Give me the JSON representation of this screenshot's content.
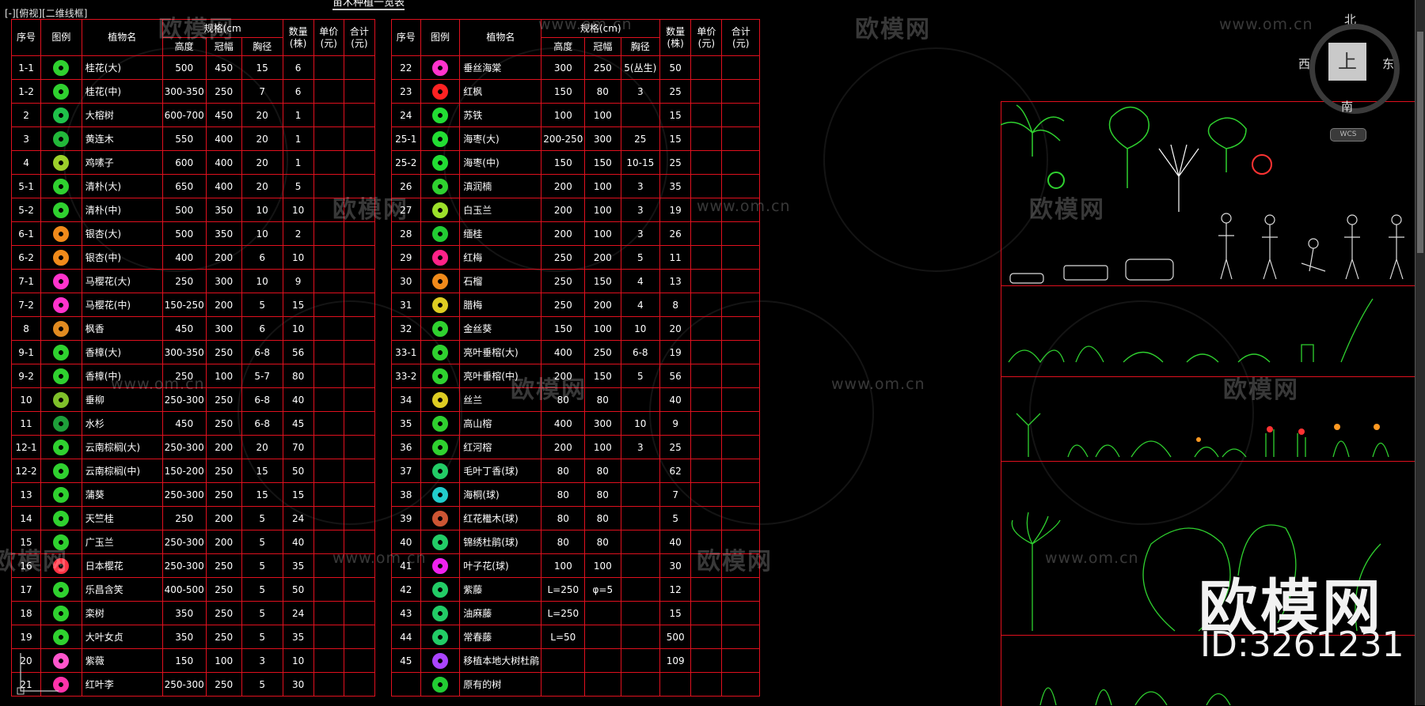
{
  "viewport_label": "[-][俯视][二维线框]",
  "table_title": "苗木种植一览表",
  "headers": {
    "seq": "序号",
    "legend": "图例",
    "name": "植物名",
    "spec": "规格(cm",
    "spec_right": "规格(cm)",
    "height": "高度",
    "crown": "冠幅",
    "dbh": "胸径",
    "qty": "数量\n(株)",
    "unit_price": "单价\n(元)",
    "total": "合计\n(元)"
  },
  "left_rows": [
    {
      "seq": "1-1",
      "name": "桂花(大)",
      "h": "500",
      "c": "450",
      "d": "15",
      "q": "6",
      "color": "#2fd12f"
    },
    {
      "seq": "1-2",
      "name": "桂花(中)",
      "h": "300-350",
      "c": "250",
      "d": "7",
      "q": "6",
      "color": "#2fd12f"
    },
    {
      "seq": "2",
      "name": "大榕树",
      "h": "600-700",
      "c": "450",
      "d": "20",
      "q": "1",
      "color": "#1fc24a"
    },
    {
      "seq": "3",
      "name": "黄连木",
      "h": "550",
      "c": "400",
      "d": "20",
      "q": "1",
      "color": "#22b83a"
    },
    {
      "seq": "4",
      "name": "鸡嗉子",
      "h": "600",
      "c": "400",
      "d": "20",
      "q": "1",
      "color": "#9dd02a"
    },
    {
      "seq": "5-1",
      "name": "清朴(大)",
      "h": "650",
      "c": "400",
      "d": "20",
      "q": "5",
      "color": "#2fd12f"
    },
    {
      "seq": "5-2",
      "name": "清朴(中)",
      "h": "500",
      "c": "350",
      "d": "10",
      "q": "10",
      "color": "#2fd12f"
    },
    {
      "seq": "6-1",
      "name": "银杏(大)",
      "h": "500",
      "c": "350",
      "d": "10",
      "q": "2",
      "color": "#f08a1a"
    },
    {
      "seq": "6-2",
      "name": "银杏(中)",
      "h": "400",
      "c": "200",
      "d": "6",
      "q": "10",
      "color": "#f08a1a"
    },
    {
      "seq": "7-1",
      "name": "马樱花(大)",
      "h": "250",
      "c": "300",
      "d": "10",
      "q": "9",
      "color": "#ff33cc"
    },
    {
      "seq": "7-2",
      "name": "马樱花(中)",
      "h": "150-250",
      "c": "200",
      "d": "5",
      "q": "15",
      "color": "#ff33cc"
    },
    {
      "seq": "8",
      "name": "枫香",
      "h": "450",
      "c": "300",
      "d": "6",
      "q": "10",
      "color": "#e08a20"
    },
    {
      "seq": "9-1",
      "name": "香樟(大)",
      "h": "300-350",
      "c": "250",
      "d": "6-8",
      "q": "56",
      "color": "#2fd12f"
    },
    {
      "seq": "9-2",
      "name": "香樟(中)",
      "h": "250",
      "c": "100",
      "d": "5-7",
      "q": "80",
      "color": "#2fd12f"
    },
    {
      "seq": "10",
      "name": "垂柳",
      "h": "250-300",
      "c": "250",
      "d": "6-8",
      "q": "40",
      "color": "#7fc02a"
    },
    {
      "seq": "11",
      "name": "水杉",
      "h": "450",
      "c": "250",
      "d": "6-8",
      "q": "45",
      "color": "#1e9e3a"
    },
    {
      "seq": "12-1",
      "name": "云南棕榈(大)",
      "h": "250-300",
      "c": "200",
      "d": "20",
      "q": "70",
      "color": "#2fd12f"
    },
    {
      "seq": "12-2",
      "name": "云南棕榈(中)",
      "h": "150-200",
      "c": "250",
      "d": "15",
      "q": "50",
      "color": "#2fd12f"
    },
    {
      "seq": "13",
      "name": "蒲葵",
      "h": "250-300",
      "c": "250",
      "d": "15",
      "q": "15",
      "color": "#2fd12f"
    },
    {
      "seq": "14",
      "name": "天竺桂",
      "h": "250",
      "c": "200",
      "d": "5",
      "q": "24",
      "color": "#2fd12f"
    },
    {
      "seq": "15",
      "name": "广玉兰",
      "h": "250-300",
      "c": "200",
      "d": "5",
      "q": "40",
      "color": "#2fd12f"
    },
    {
      "seq": "16",
      "name": "日本樱花",
      "h": "250-300",
      "c": "250",
      "d": "5",
      "q": "35",
      "color": "#ff3344"
    },
    {
      "seq": "17",
      "name": "乐昌含笑",
      "h": "400-500",
      "c": "250",
      "d": "5",
      "q": "50",
      "color": "#2fd12f"
    },
    {
      "seq": "18",
      "name": "栾树",
      "h": "350",
      "c": "250",
      "d": "5",
      "q": "24",
      "color": "#2fd12f"
    },
    {
      "seq": "19",
      "name": "大叶女贞",
      "h": "350",
      "c": "250",
      "d": "5",
      "q": "35",
      "color": "#2fd12f"
    },
    {
      "seq": "20",
      "name": "紫薇",
      "h": "150",
      "c": "100",
      "d": "3",
      "q": "10",
      "color": "#ff55cc"
    },
    {
      "seq": "21",
      "name": "红叶李",
      "h": "250-300",
      "c": "250",
      "d": "5",
      "q": "30",
      "color": "#ff33aa"
    }
  ],
  "right_rows": [
    {
      "seq": "22",
      "name": "垂丝海棠",
      "h": "300",
      "c": "250",
      "d": "5(丛生)",
      "q": "50",
      "color": "#ff33cc"
    },
    {
      "seq": "23",
      "name": "红枫",
      "h": "150",
      "c": "80",
      "d": "3",
      "q": "25",
      "color": "#ff2222"
    },
    {
      "seq": "24",
      "name": "苏铁",
      "h": "100",
      "c": "100",
      "d": "",
      "q": "15",
      "color": "#22dd33"
    },
    {
      "seq": "25-1",
      "name": "海枣(大)",
      "h": "200-250",
      "c": "300",
      "d": "25",
      "q": "15",
      "color": "#22dd33"
    },
    {
      "seq": "25-2",
      "name": "海枣(中)",
      "h": "150",
      "c": "150",
      "d": "10-15",
      "q": "25",
      "color": "#22dd33"
    },
    {
      "seq": "26",
      "name": "滇润楠",
      "h": "200",
      "c": "100",
      "d": "3",
      "q": "35",
      "color": "#2fd12f"
    },
    {
      "seq": "27",
      "name": "白玉兰",
      "h": "200",
      "c": "100",
      "d": "3",
      "q": "19",
      "color": "#9de02a"
    },
    {
      "seq": "28",
      "name": "缅桂",
      "h": "200",
      "c": "100",
      "d": "3",
      "q": "26",
      "color": "#22cc33"
    },
    {
      "seq": "29",
      "name": "红梅",
      "h": "250",
      "c": "200",
      "d": "5",
      "q": "11",
      "color": "#ff2288"
    },
    {
      "seq": "30",
      "name": "石榴",
      "h": "250",
      "c": "150",
      "d": "4",
      "q": "13",
      "color": "#f08a1a"
    },
    {
      "seq": "31",
      "name": "腊梅",
      "h": "250",
      "c": "200",
      "d": "4",
      "q": "8",
      "color": "#ddcc22"
    },
    {
      "seq": "32",
      "name": "金丝葵",
      "h": "150",
      "c": "100",
      "d": "10",
      "q": "20",
      "color": "#2fd12f"
    },
    {
      "seq": "33-1",
      "name": "亮叶垂榕(大)",
      "h": "400",
      "c": "250",
      "d": "6-8",
      "q": "19",
      "color": "#2fd12f"
    },
    {
      "seq": "33-2",
      "name": "亮叶垂榕(中)",
      "h": "200",
      "c": "150",
      "d": "5",
      "q": "56",
      "color": "#2fd12f"
    },
    {
      "seq": "34",
      "name": "丝兰",
      "h": "80",
      "c": "80",
      "d": "",
      "q": "40",
      "color": "#ddcc22"
    },
    {
      "seq": "35",
      "name": "高山榕",
      "h": "400",
      "c": "300",
      "d": "10",
      "q": "9",
      "color": "#2fd12f"
    },
    {
      "seq": "36",
      "name": "红河榕",
      "h": "200",
      "c": "100",
      "d": "3",
      "q": "25",
      "color": "#2fd12f"
    },
    {
      "seq": "37",
      "name": "毛叶丁香(球)",
      "h": "80",
      "c": "80",
      "d": "",
      "q": "62",
      "color": "#22cc66"
    },
    {
      "seq": "38",
      "name": "海桐(球)",
      "h": "80",
      "c": "80",
      "d": "",
      "q": "7",
      "color": "#22cccc"
    },
    {
      "seq": "39",
      "name": "红花檵木(球)",
      "h": "80",
      "c": "80",
      "d": "",
      "q": "5",
      "color": "#cc5533"
    },
    {
      "seq": "40",
      "name": "锦绣杜鹃(球)",
      "h": "80",
      "c": "80",
      "d": "",
      "q": "40",
      "color": "#22cc66"
    },
    {
      "seq": "41",
      "name": "叶子花(球)",
      "h": "100",
      "c": "100",
      "d": "",
      "q": "30",
      "color": "#ee22ee"
    },
    {
      "seq": "42",
      "name": "紫藤",
      "h": "L=250",
      "c": "φ=5",
      "d": "",
      "q": "12",
      "color": "#22cc66"
    },
    {
      "seq": "43",
      "name": "油麻藤",
      "h": "L=250",
      "c": "",
      "d": "",
      "q": "15",
      "color": "#22cc66"
    },
    {
      "seq": "44",
      "name": "常春藤",
      "h": "L=50",
      "c": "",
      "d": "",
      "q": "500",
      "color": "#22cc66"
    },
    {
      "seq": "45",
      "name": "移植本地大树杜鹃",
      "h": "",
      "c": "",
      "d": "",
      "q": "109",
      "color": "#aa44ff"
    },
    {
      "seq": "",
      "name": "原有的树",
      "h": "",
      "c": "",
      "d": "",
      "q": "",
      "color": "#22cc33"
    }
  ],
  "compass": {
    "north": "北",
    "south": "南",
    "east": "东",
    "west": "西",
    "top": "上",
    "wcs": "WCS"
  },
  "watermark": {
    "brand": "欧模网",
    "url": "www.om.cn",
    "id": "ID:3261231"
  }
}
